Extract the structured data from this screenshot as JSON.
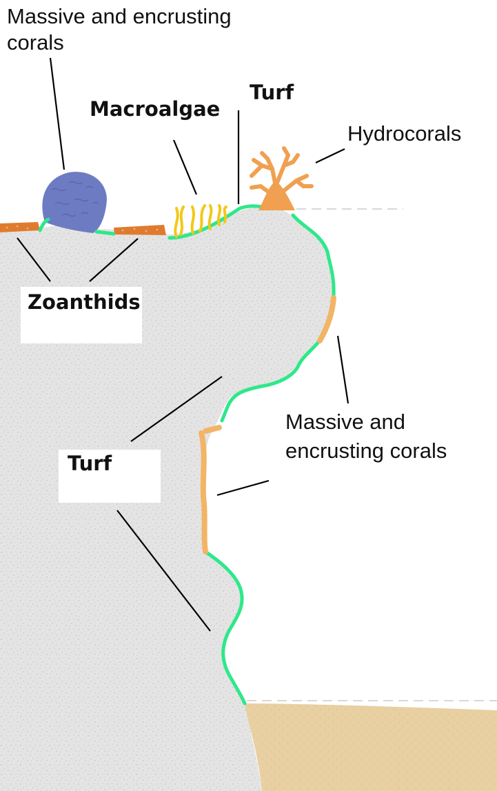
{
  "labels": {
    "top_corals_line1": "Massive and encrusting",
    "top_corals_line2": "corals",
    "macroalgae": "Macroalgae",
    "turf_top": "Turf",
    "hydrocorals": "Hydrocorals",
    "zoanthids": "Zoanthids",
    "wall_corals_line1": "Massive and",
    "wall_corals_line2": "encrusting corals",
    "turf_wall": "Turf"
  },
  "colors": {
    "rock": "#e3e3e3",
    "rock_speckle": "#c9c9c9",
    "sand": "#e8cfa0",
    "turf": "#2ee88a",
    "massive_coral_top": "#6d7cc2",
    "zoanthid": "#e07b2e",
    "macroalgae": "#f2c81a",
    "hydrocoral": "#f0a050",
    "wall_coral": "#f2b566",
    "leader_line": "#000000",
    "dashed_line": "#d8d8d8"
  }
}
